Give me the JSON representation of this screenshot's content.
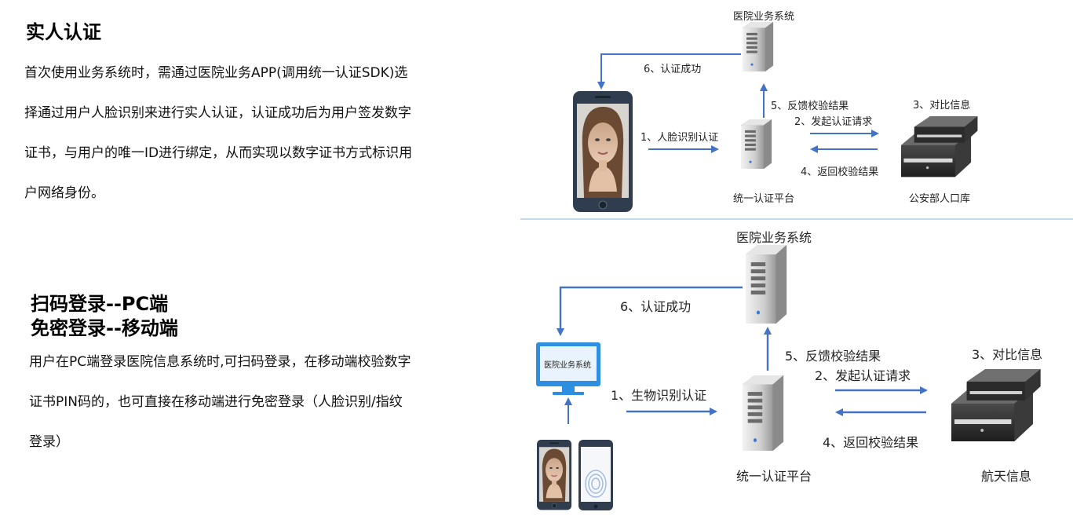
{
  "section1": {
    "title": "实人认证",
    "paragraph_lines": [
      "首次使用业务系统时，需通过医院业务APP(调用统一认证SDK)选",
      "择通过用户人脸识别来进行实人认证，认证成功后为用户签发数字",
      "证书，与用户的唯一ID进行绑定，从而实现以数字证书方式标识用",
      "户网络身份。"
    ]
  },
  "section2": {
    "title_line1": "扫码登录--PC端",
    "title_line2": "免密登录--移动端",
    "paragraph_lines": [
      "用户在PC端登录医院信息系统时,可扫码登录，在移动端校验数字",
      "证书PIN码的，也可直接在移动端进行免密登录（人脸识别/指纹",
      "登录）"
    ]
  },
  "diagram1": {
    "hospital_system": "医院业务系统",
    "unified_platform": "统一认证平台",
    "police_db": "公安部人口库",
    "step1": "1、人脸识别认证",
    "step2": "2、发起认证请求",
    "step3": "3、对比信息",
    "step4": "4、返回校验结果",
    "step5": "5、反馈校验结果",
    "step6": "6、认证成功"
  },
  "diagram2": {
    "hospital_system": "医院业务系统",
    "monitor_text": "医院业务系统",
    "unified_platform": "统一认证平台",
    "aerospace_info": "航天信息",
    "step1": "1、生物识别认证",
    "step2": "2、发起认证请求",
    "step3": "3、对比信息",
    "step4": "4、返回校验结果",
    "step5": "5、反馈校验结果",
    "step6": "6、认证成功"
  },
  "colors": {
    "arrow": "#4472c4",
    "divider": "#9dc3e6"
  }
}
